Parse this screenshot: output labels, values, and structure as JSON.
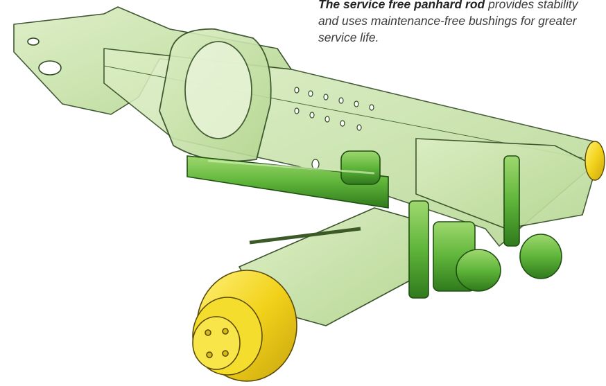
{
  "caption": {
    "emphasis": "The service free panhard rod",
    "rest": " provides stability and uses maintenance-free bushings for greater service life."
  },
  "illustration": {
    "subject": "rear axle suspension with frame, panhard rod, hydraulic cylinders, accumulators and wheel hubs",
    "colors": {
      "frame_fill": "#c8e3a6",
      "frame_edge": "#2f4a22",
      "green_part": "#5fb53a",
      "green_dark": "#2f7a1c",
      "hub_yellow": "#f2d21b",
      "hub_shadow": "#c9a50e"
    }
  }
}
